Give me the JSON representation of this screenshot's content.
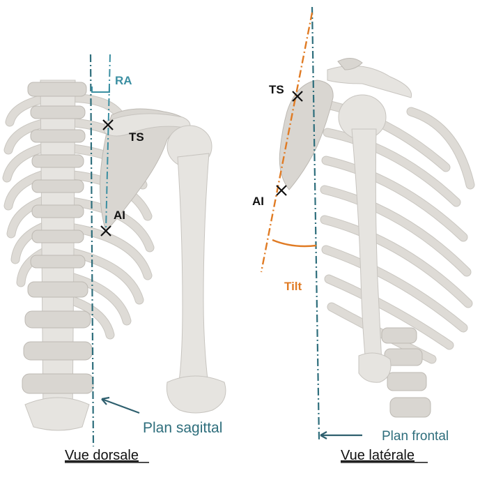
{
  "left_view": {
    "title": "Vue dorsale",
    "landmark_top": "TS",
    "landmark_bottom": "AI",
    "angle_label": "RA",
    "plane_label": "Plan sagittal"
  },
  "right_view": {
    "title": "Vue latérale",
    "landmark_top": "TS",
    "landmark_bottom": "AI",
    "angle_label": "Tilt",
    "plane_label": "Plan frontal"
  },
  "colors": {
    "teal_axis": "#2e6e7c",
    "light_teal": "#3b8fa2",
    "orange_axis": "#e07b24",
    "bone": "#e6e4e0",
    "marker": "#111111"
  }
}
